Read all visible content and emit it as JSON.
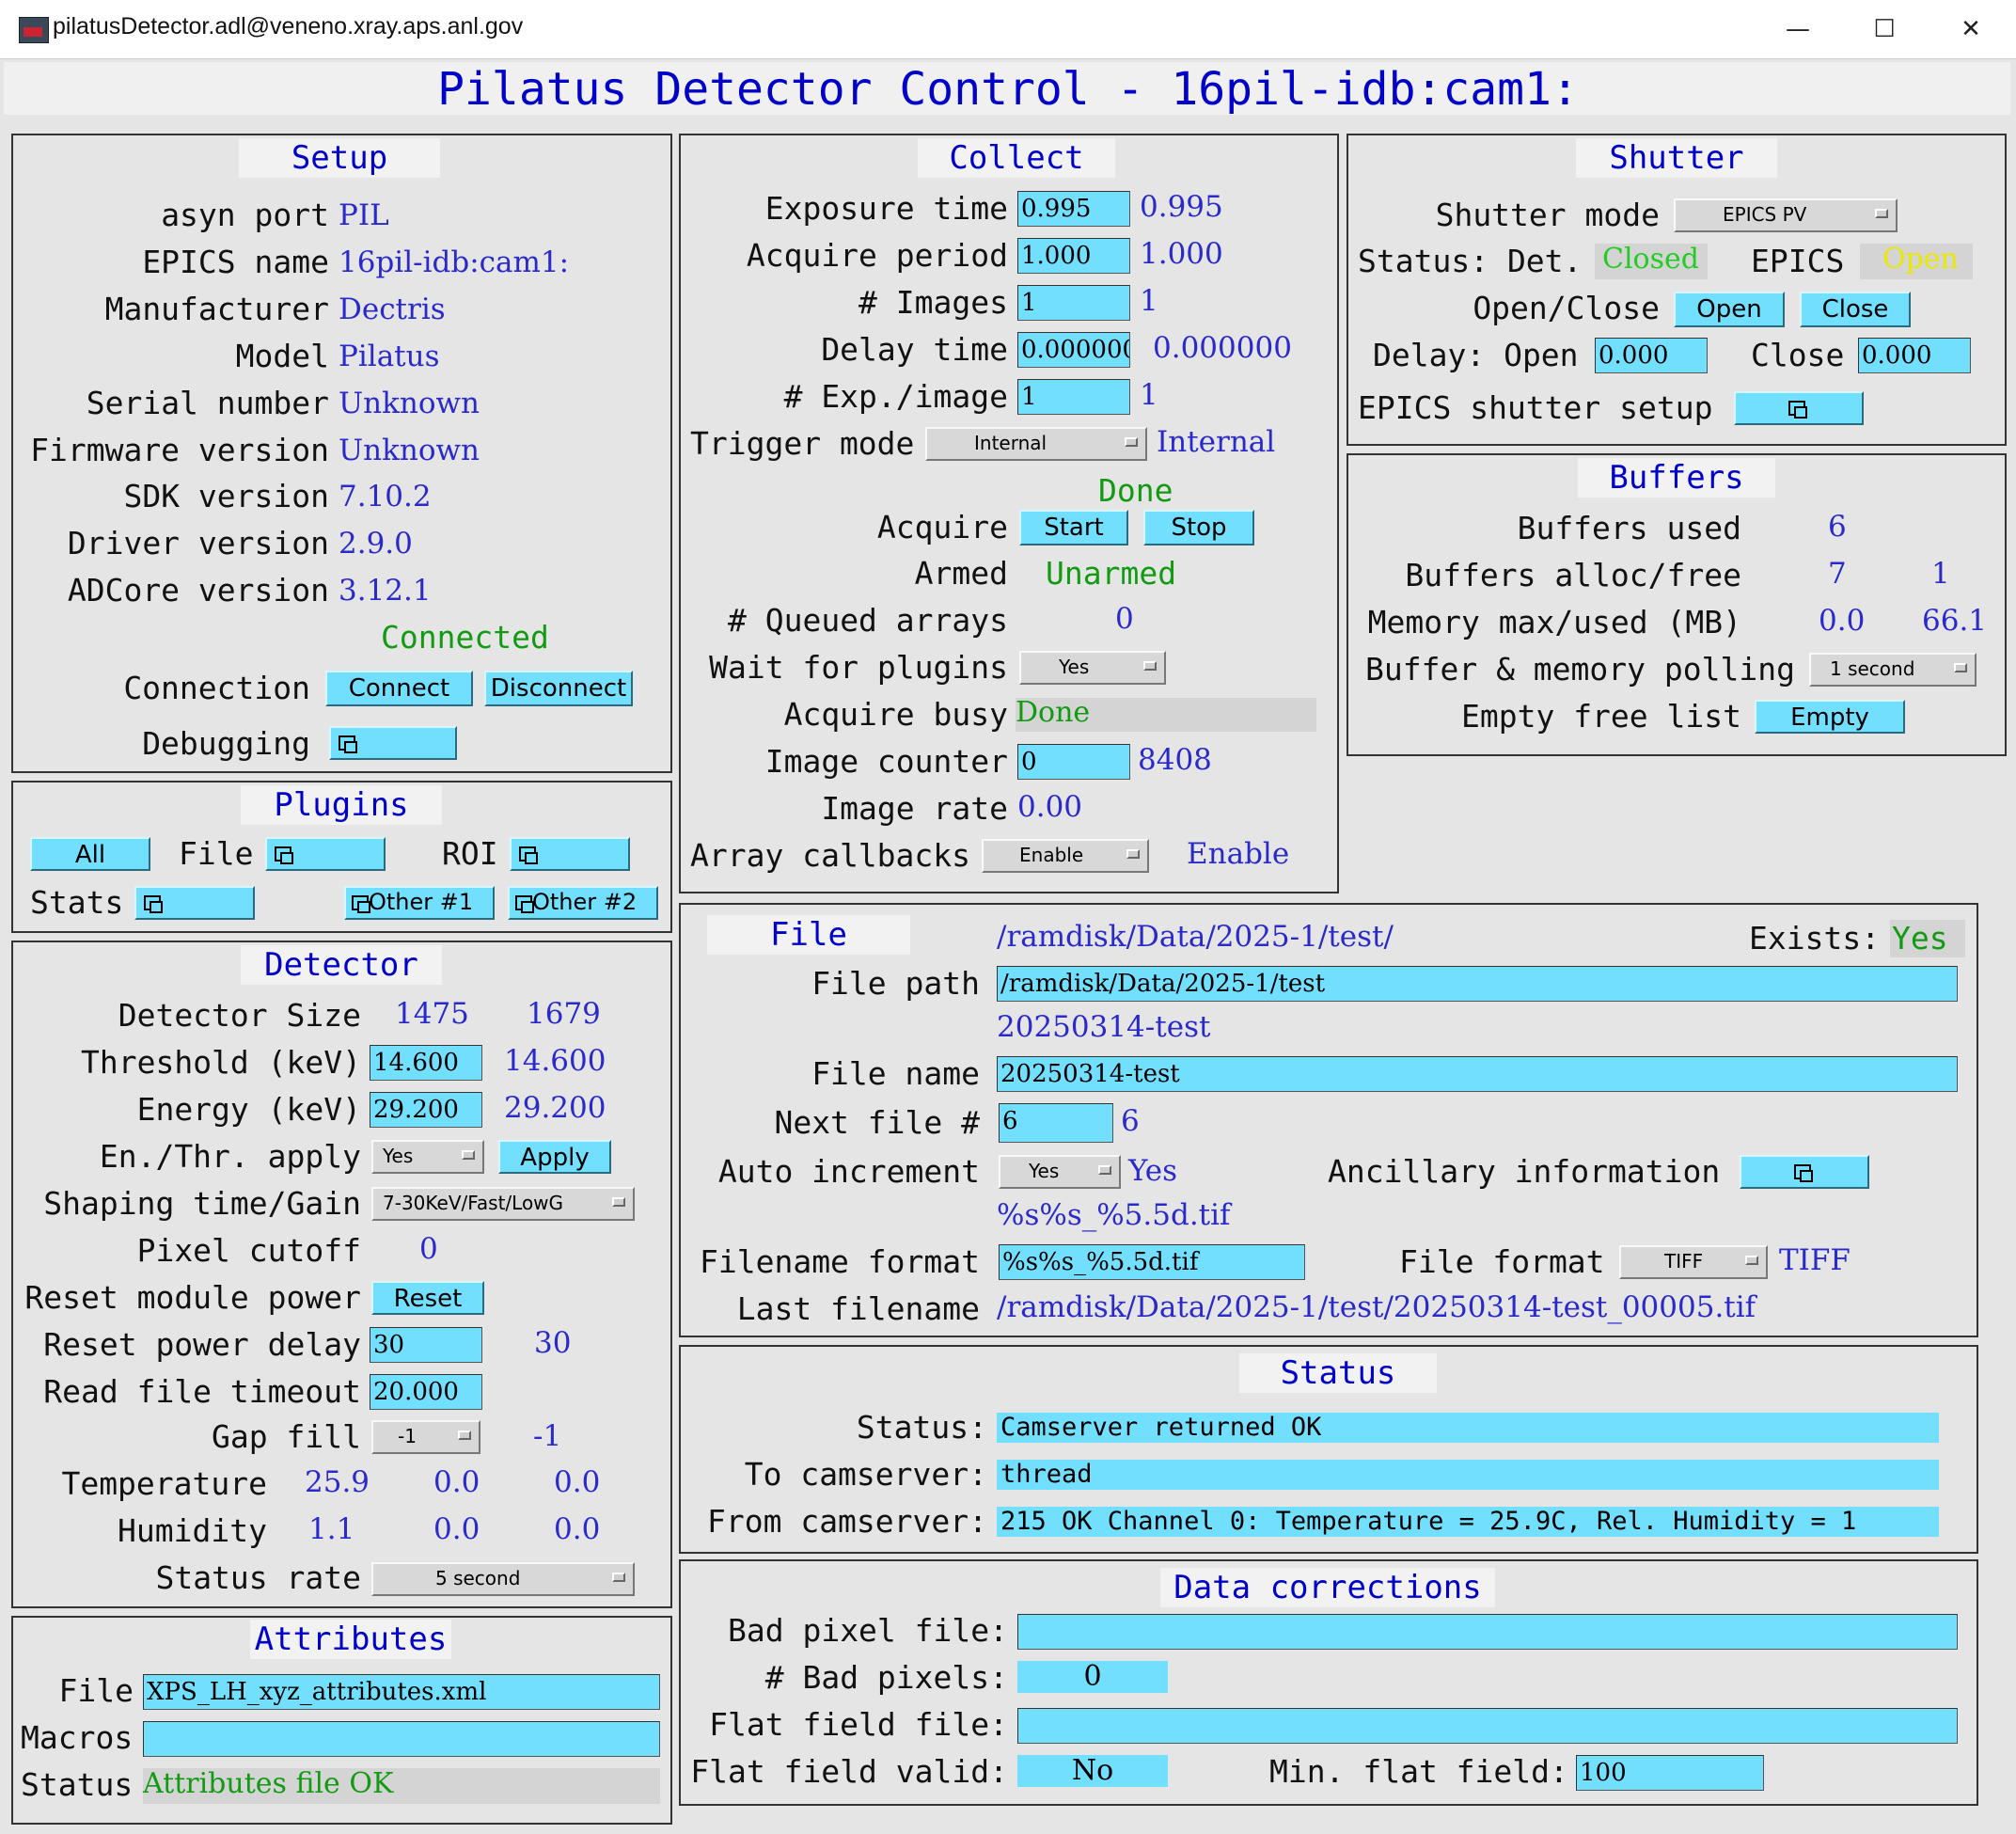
{
  "window": {
    "title": "pilatusDetector.adl@veneno.xray.aps.anl.gov"
  },
  "banner": {
    "title": "Pilatus Detector Control - 16pil-idb:cam1:"
  },
  "setup": {
    "title": "Setup",
    "asyn_port_label": "asyn port",
    "asyn_port": "PIL",
    "epics_name_label": "EPICS name",
    "epics_name": "16pil-idb:cam1:",
    "manufacturer_label": "Manufacturer",
    "manufacturer": "Dectris",
    "model_label": "Model",
    "model": "Pilatus",
    "serial_label": "Serial number",
    "serial": "Unknown",
    "firmware_label": "Firmware version",
    "firmware": "Unknown",
    "sdk_label": "SDK version",
    "sdk": "7.10.2",
    "driver_label": "Driver version",
    "driver": "2.9.0",
    "adcore_label": "ADCore version",
    "adcore": "3.12.1",
    "connection_status": "Connected",
    "connection_label": "Connection",
    "connect_button": "Connect",
    "disconnect_button": "Disconnect",
    "debugging_label": "Debugging"
  },
  "plugins": {
    "title": "Plugins",
    "all_button": "All",
    "file_label": "File",
    "roi_label": "ROI",
    "stats_label": "Stats",
    "other1_button": "Other #1",
    "other2_button": "Other #2"
  },
  "detector": {
    "title": "Detector",
    "size_label": "Detector Size",
    "size_x": "1475",
    "size_y": "1679",
    "threshold_label": "Threshold (keV)",
    "threshold_input": "14.600",
    "threshold_readback": "14.600",
    "energy_label": "Energy (keV)",
    "energy_input": "29.200",
    "energy_readback": "29.200",
    "apply_label": "En./Thr. apply",
    "apply_menu": "Yes",
    "apply_button": "Apply",
    "shaping_label": "Shaping time/Gain",
    "shaping_menu": "7-30KeV/Fast/LowG",
    "pixel_cutoff_label": "Pixel cutoff",
    "pixel_cutoff": "0",
    "reset_power_label": "Reset module power",
    "reset_button": "Reset",
    "reset_delay_label": "Reset power delay",
    "reset_delay_input": "30",
    "reset_delay_readback": "30",
    "read_timeout_label": "Read file timeout",
    "read_timeout_input": "20.000",
    "gap_fill_label": "Gap fill",
    "gap_fill_menu": "-1",
    "gap_fill_readback": "-1",
    "temperature_label": "Temperature",
    "temp1": "25.9",
    "temp2": "0.0",
    "temp3": "0.0",
    "humidity_label": "Humidity",
    "hum1": "1.1",
    "hum2": "0.0",
    "hum3": "0.0",
    "status_rate_label": "Status rate",
    "status_rate_menu": "5 second"
  },
  "attributes": {
    "title": "Attributes",
    "file_label": "File",
    "file_input": "XPS_LH_xyz_attributes.xml",
    "macros_label": "Macros",
    "macros_input": "",
    "status_label": "Status",
    "status": "Attributes file OK"
  },
  "collect": {
    "title": "Collect",
    "exposure_label": "Exposure time",
    "exposure_input": "0.995",
    "exposure_readback": "0.995",
    "period_label": "Acquire period",
    "period_input": "1.000",
    "period_readback": "1.000",
    "images_label": "# Images",
    "images_input": "1",
    "images_readback": "1",
    "delay_label": "Delay time",
    "delay_input": "0.000000",
    "delay_readback": "0.000000",
    "exp_per_image_label": "# Exp./image",
    "exp_per_image_input": "1",
    "exp_per_image_readback": "1",
    "trigger_label": "Trigger mode",
    "trigger_menu": "Internal",
    "trigger_readback": "Internal",
    "acquire_status": "Done",
    "acquire_label": "Acquire",
    "start_button": "Start",
    "stop_button": "Stop",
    "armed_label": "Armed",
    "armed": "Unarmed",
    "queued_label": "# Queued arrays",
    "queued": "0",
    "wait_label": "Wait for plugins",
    "wait_menu": "Yes",
    "busy_label": "Acquire busy",
    "busy": "Done",
    "counter_label": "Image counter",
    "counter_input": "0",
    "counter_readback": "8408",
    "rate_label": "Image rate",
    "rate": "0.00",
    "callbacks_label": "Array callbacks",
    "callbacks_menu": "Enable",
    "callbacks_readback": "Enable"
  },
  "shutter": {
    "title": "Shutter",
    "mode_label": "Shutter mode",
    "mode_menu": "EPICS PV",
    "status_label": "Status: Det.",
    "det_status": "Closed",
    "epics_label": "EPICS",
    "epics_status": "Open",
    "open_close_label": "Open/Close",
    "open_button": "Open",
    "close_button": "Close",
    "delay_open_label": "Delay: Open",
    "delay_open_input": "0.000",
    "close_label": "Close",
    "delay_close_input": "0.000",
    "setup_label": "EPICS shutter setup"
  },
  "buffers": {
    "title": "Buffers",
    "used_label": "Buffers used",
    "used": "6",
    "alloc_label": "Buffers alloc/free",
    "alloc": "7",
    "free": "1",
    "memory_label": "Memory max/used (MB)",
    "mem_max": "0.0",
    "mem_used": "66.1",
    "polling_label": "Buffer & memory polling",
    "polling_menu": "1 second",
    "empty_label": "Empty free list",
    "empty_button": "Empty"
  },
  "file": {
    "title": "File",
    "path_readback": "/ramdisk/Data/2025-1/test/",
    "exists_label": "Exists:",
    "exists": "Yes",
    "path_label": "File path",
    "path_input": "/ramdisk/Data/2025-1/test",
    "name_readback": "20250314-test",
    "name_label": "File name",
    "name_input": "20250314-test",
    "next_label": "Next file #",
    "next_input": "6",
    "next_readback": "6",
    "auto_label": "Auto increment",
    "auto_menu": "Yes",
    "auto_readback": "Yes",
    "ancillary_label": "Ancillary information",
    "format_readback": "%s%s_%5.5d.tif",
    "format_label": "Filename format",
    "format_input": "%s%s_%5.5d.tif",
    "file_format_label": "File format",
    "file_format_menu": "TIFF",
    "file_format_readback": "TIFF",
    "last_label": "Last filename",
    "last": "/ramdisk/Data/2025-1/test/20250314-test_00005.tif"
  },
  "status": {
    "title": "Status",
    "status_label": "Status:",
    "status": "Camserver returned OK",
    "to_label": "To camserver:",
    "to": "thread",
    "from_label": "From camserver:",
    "from": "215 OK Channel 0: Temperature = 25.9C, Rel. Humidity = 1"
  },
  "corrections": {
    "title": "Data corrections",
    "bad_file_label": "Bad pixel file:",
    "bad_file_input": "",
    "bad_count_label": "# Bad pixels:",
    "bad_count": "0",
    "flat_file_label": "Flat field file:",
    "flat_file_input": "",
    "flat_valid_label": "Flat field valid:",
    "flat_valid": "No",
    "min_flat_label": "Min. flat field:",
    "min_flat_input": "100"
  },
  "colors": {
    "label_blue": "#0000c8",
    "readback_blue": "#2a2acb",
    "ok_green": "#139a13",
    "input_cyan": "#73dfff",
    "warn_yellow": "#e8e800"
  }
}
